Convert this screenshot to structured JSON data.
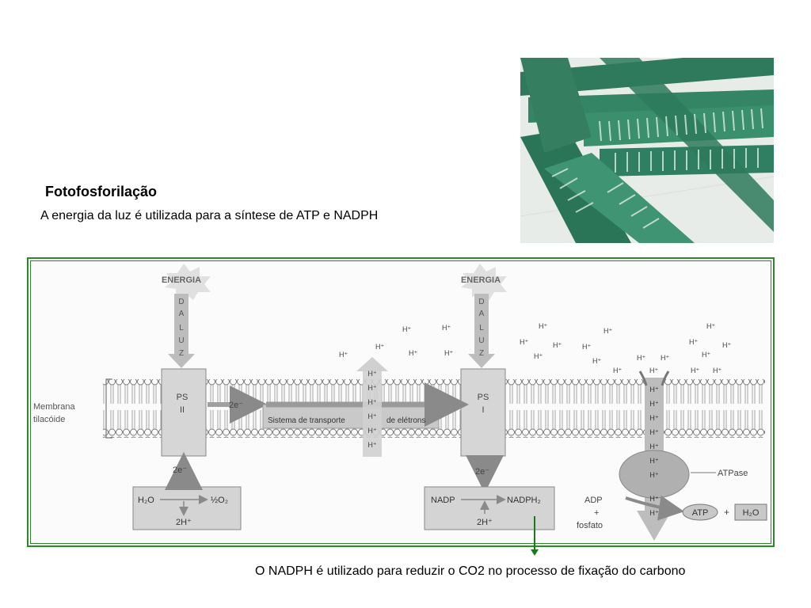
{
  "slide": {
    "title": "Fotofosforilação",
    "subtitle": "A energia da luz é utilizada para a síntese de ATP e NADPH",
    "caption": "O NADPH é utilizado para reduzir o CO2 no processo de fixação do carbono"
  },
  "photo": {
    "icon": "filamentous-algae-micrograph"
  },
  "diagram": {
    "energy_label": "ENERGIA",
    "light_letters": [
      "D",
      "A",
      "L",
      "U",
      "Z"
    ],
    "membrane_label_1": "Membrana",
    "membrane_label_2": "tilacóide",
    "ps2": "PS",
    "ps2_roman": "II",
    "ps1": "PS",
    "ps1_roman": "I",
    "two_e": "2e⁻",
    "transport_1": "Sistema de transporte",
    "transport_2": "de elétrons",
    "h_plus": "H⁺",
    "water_left": "H₂O",
    "water_right": "½O₂",
    "two_h": "2H⁺",
    "nadp": "NADP",
    "nadph": "NADPH₂",
    "adp": "ADP",
    "plus": "+",
    "fosfato": "fosfato",
    "atpase": "ATPase",
    "atp": "ATP",
    "h2o": "H₂O"
  },
  "colors": {
    "frame": "#2a8a2a",
    "pointer_arrow": "#1a7a1a",
    "diagram_gray": "#9a9a9a"
  }
}
